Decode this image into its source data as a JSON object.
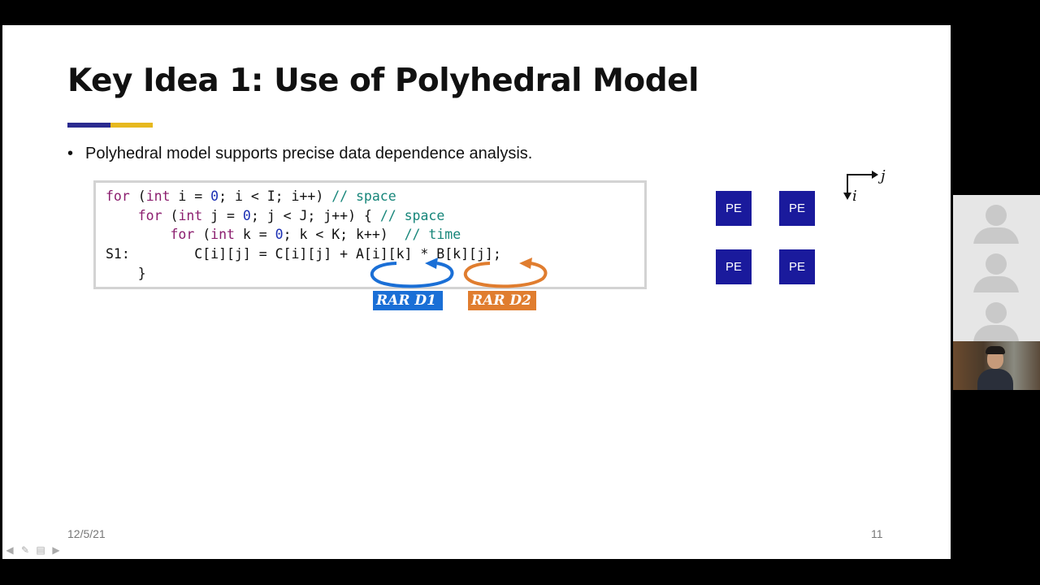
{
  "slide": {
    "title": "Key Idea 1: Use of Polyhedral Model",
    "accent_colors": [
      "#2a2a8f",
      "#e6b81e"
    ],
    "bullet": "Polyhedral model supports precise data dependence analysis.",
    "bullet_marker": "•",
    "code": {
      "line1": {
        "kw1": "for",
        "p1": " (",
        "kw2": "int",
        "p2": " i = ",
        "n1": "0",
        "p3": "; i < I; i++) ",
        "cm": "// space"
      },
      "line2": {
        "indent": "    ",
        "kw1": "for",
        "p1": " (",
        "kw2": "int",
        "p2": " j = ",
        "n1": "0",
        "p3": "; j < J; j++) { ",
        "cm": "// space"
      },
      "line3": {
        "indent": "        ",
        "kw1": "for",
        "p1": " (",
        "kw2": "int",
        "p2": " k = ",
        "n1": "0",
        "p3": "; k < K; k++)  ",
        "cm": "// time"
      },
      "line4": "S1:        C[i][j] = C[i][j] + A[i][k] * B[k][j];",
      "line5": "    }"
    },
    "dependences": [
      {
        "label": "RAR D1",
        "color": "#1a6fd6"
      },
      {
        "label": "RAR D2",
        "color": "#e07d2f"
      }
    ],
    "pe_array": {
      "label": "PE",
      "color": "#1a1a9c",
      "count": 4
    },
    "axes": {
      "horizontal": "j",
      "vertical": "i"
    },
    "footer": {
      "date": "12/5/21",
      "page": "11"
    }
  },
  "nav": {
    "prev_icon": "arrow-left-icon",
    "pen_icon": "pen-icon",
    "menu_icon": "slides-menu-icon",
    "next_icon": "arrow-right-icon"
  },
  "participants": {
    "tiles": [
      "avatar-placeholder",
      "avatar-placeholder",
      "avatar-placeholder"
    ],
    "video": "presenter-video"
  }
}
